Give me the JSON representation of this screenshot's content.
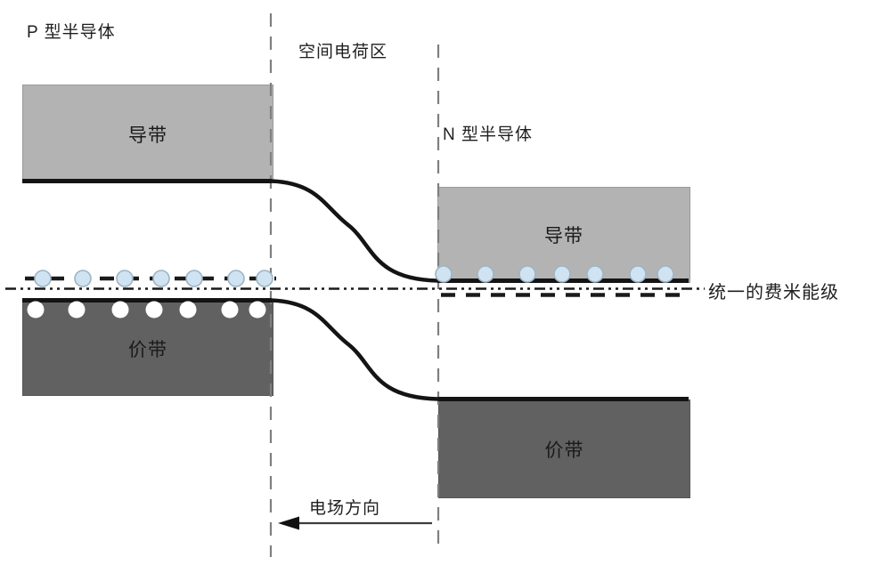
{
  "diagram": {
    "title_semantic": "PN junction energy band diagram",
    "labels": {
      "p_region": "P 型半导体",
      "space_charge_region": "空间电荷区",
      "n_region": "N 型半导体",
      "p_conduction_band": "导带",
      "p_valence_band": "价带",
      "n_conduction_band": "导带",
      "n_valence_band": "价带",
      "fermi_level": "统一的费米能级",
      "field_direction": "电场方向"
    },
    "particles": {
      "p_acceptor_electrons": 7,
      "p_holes": 7,
      "n_electrons": 7
    },
    "colors": {
      "conduction_band_fill": "#b3b3b3",
      "valence_band_fill": "#616161",
      "electron_fill": "#cfe3f2",
      "electron_stroke": "#9fb4c2",
      "hole_fill": "#ffffff",
      "band_edge_line": "#141414",
      "fermi_line": "#1a1a1a",
      "boundary_dash": "#7f7f7f",
      "arrow": "#3d3d3d"
    }
  }
}
